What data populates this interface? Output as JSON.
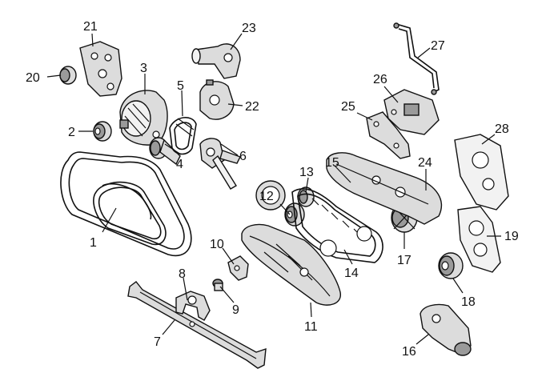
{
  "callouts": [
    {
      "id": "1",
      "label": "1"
    },
    {
      "id": "2",
      "label": "2"
    },
    {
      "id": "3",
      "label": "3"
    },
    {
      "id": "4",
      "label": "4"
    },
    {
      "id": "5",
      "label": "5"
    },
    {
      "id": "6",
      "label": "6"
    },
    {
      "id": "7",
      "label": "7"
    },
    {
      "id": "8",
      "label": "8"
    },
    {
      "id": "9",
      "label": "9"
    },
    {
      "id": "10",
      "label": "10"
    },
    {
      "id": "11",
      "label": "11"
    },
    {
      "id": "12",
      "label": "12"
    },
    {
      "id": "13",
      "label": "13"
    },
    {
      "id": "14",
      "label": "14"
    },
    {
      "id": "15",
      "label": "15"
    },
    {
      "id": "16",
      "label": "16"
    },
    {
      "id": "17",
      "label": "17"
    },
    {
      "id": "18",
      "label": "18"
    },
    {
      "id": "19",
      "label": "19"
    },
    {
      "id": "20",
      "label": "20"
    },
    {
      "id": "21",
      "label": "21"
    },
    {
      "id": "22",
      "label": "22"
    },
    {
      "id": "23",
      "label": "23"
    },
    {
      "id": "24",
      "label": "24"
    },
    {
      "id": "25",
      "label": "25"
    },
    {
      "id": "26",
      "label": "26"
    },
    {
      "id": "27",
      "label": "27"
    },
    {
      "id": "28",
      "label": "28"
    }
  ],
  "colors": {
    "line": "#111111",
    "part_fill": "#dcdcdc",
    "background": "#ffffff"
  }
}
